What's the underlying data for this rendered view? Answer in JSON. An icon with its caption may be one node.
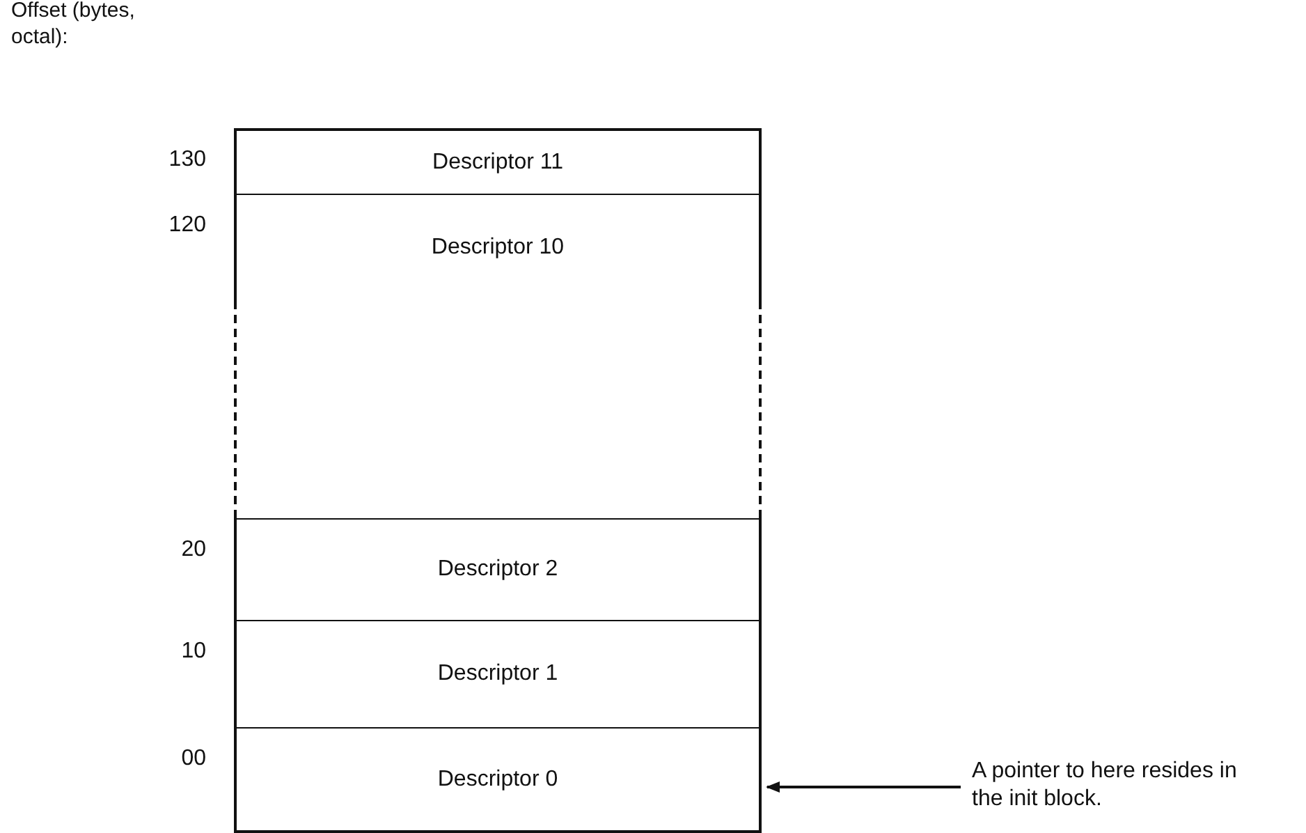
{
  "diagram": {
    "nodes": [
      {
        "text": [
          "Descriptor 11"
        ],
        "beside": [
          "130"
        ]
      },
      {
        "text": [
          "Descriptor 10"
        ],
        "beside": [
          "120"
        ]
      },
      {
        "text": [],
        "shape": "box"
      },
      {
        "text": [
          "Descriptor 2"
        ],
        "beside": [
          "20"
        ]
      },
      {
        "text": [
          "Descriptor 1"
        ],
        "beside": [
          "10"
        ]
      },
      {
        "text": [
          "Descriptor 0"
        ],
        "beside": [
          "00"
        ]
      },
      {
        "text": [
          "A pointer to here resides in the init block."
        ]
      }
    ],
    "edges": [
      {
        "from": 6,
        "to": 5,
        "arrow": "to"
      }
    ],
    "labels": [
      "Offset (bytes, octal):"
    ]
  }
}
